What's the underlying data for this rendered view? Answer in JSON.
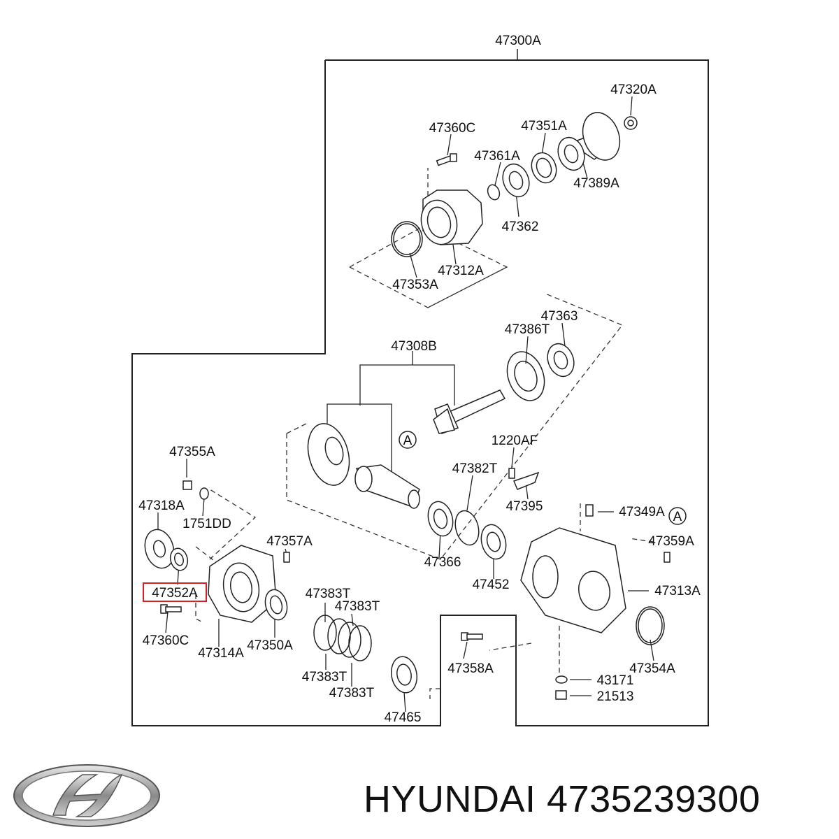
{
  "diagram": {
    "labels": {
      "assembly": "47300A",
      "p47320A": "47320A",
      "p47360C_top": "47360C",
      "p47351A": "47351A",
      "p47361A": "47361A",
      "p47389A": "47389A",
      "p47362": "47362",
      "p47312A": "47312A",
      "p47353A": "47353A",
      "p47363": "47363",
      "p47386T": "47386T",
      "p47308B": "47308B",
      "p1220AF": "1220AF",
      "p47355A": "47355A",
      "p47318A": "47318A",
      "p1751DD": "1751DD",
      "p47357A": "47357A",
      "p47352A": "47352A",
      "p47360C_bottom": "47360C",
      "p47314A": "47314A",
      "p47350A": "47350A",
      "p47382T": "47382T",
      "p47395": "47395",
      "p47366": "47366",
      "p47452": "47452",
      "p47349A": "47349A",
      "p47359A": "47359A",
      "p47313A": "47313A",
      "p47354A": "47354A",
      "p47358A": "47358A",
      "p43171": "43171",
      "p21513": "21513",
      "p47383T_1": "47383T",
      "p47383T_2": "47383T",
      "p47383T_3": "47383T",
      "p47383T_4": "47383T",
      "p47465": "47465",
      "refA_1": "A",
      "refA_2": "A"
    },
    "highlighted_part": "47352A",
    "highlight_color": "#d22222"
  },
  "footer": {
    "brand": "HYUNDAI",
    "part_number": "4735239300",
    "logo_icon": "hyundai-logo-icon"
  }
}
